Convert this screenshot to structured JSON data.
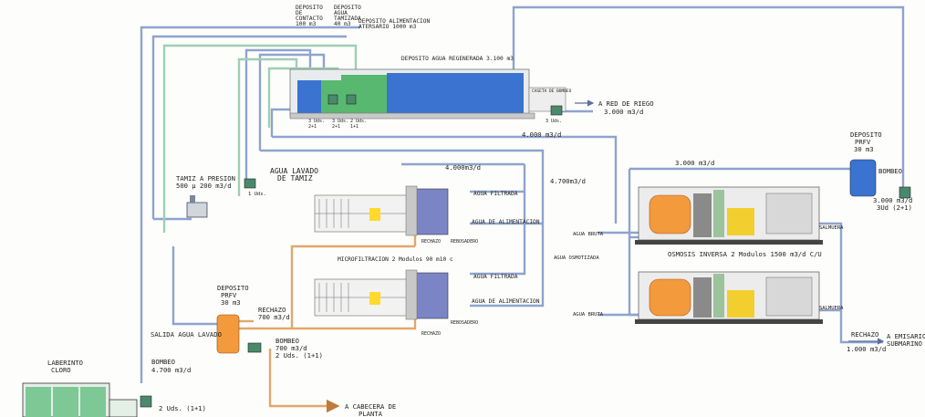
{
  "labels": {
    "dep_contacto": [
      "DEPOSITO",
      "DE",
      "CONTACTO",
      "100 m3"
    ],
    "dep_tamizada": [
      "DEPOSITO",
      "AGUA",
      "TAMIZADA",
      "40 m3"
    ],
    "dep_alimentacion": [
      "DEPOSITO ALIMENTACION",
      "ATERSARIO 1000 m3"
    ],
    "dep_regenerada": "DEPOSITO AGUA REGENERADA 3.100 m3",
    "caseta_bombeo": "CASETA DE BOMBEO",
    "red_riego": [
      "A RED DE RIEGO",
      "3.000 m3/d"
    ],
    "bombas_1": [
      "3 Uds.",
      "2+1"
    ],
    "bombas_2": [
      "3 Uds.",
      "2+1"
    ],
    "bombas_3": [
      "2 Uds.",
      "1+1"
    ],
    "bombas_4": "3 Uds.",
    "flow_4000": "4.000 m3/d",
    "flow_4000b": "4.000m3/d",
    "flow_4700": "4.700m3/d",
    "flow_3000": "3.000 m3/d",
    "tamiz": [
      "TAMIZ A PRESION",
      "500 µ  200 m3/d"
    ],
    "tamiz_unit": "1 Uds.",
    "agua_lavado_tamiz": [
      "AGUA LAVADO",
      "DE TAMIZ"
    ],
    "agua_filtrada_1": "AGUA FILTRADA",
    "agua_alimentacion_1": "AGUA DE ALIMENTACION",
    "rechazo_1": "RECHAZO",
    "reboladero_1": "REBOSADERO",
    "microfiltracion": "MICROFILTRACION  2 Modulos 90 m10 c",
    "agua_filtrada_2": "AGUA FILTRADA",
    "agua_alimentacion_2": "AGUA DE ALIMENTACION",
    "rechazo_2": "RECHAZO",
    "reboladero_2": "REBOSADERO",
    "deposito_prfv_left": [
      "DEPOSITO",
      "PRFV",
      "30 m3"
    ],
    "rechazo_700": [
      "RECHAZO",
      "700 m3/d"
    ],
    "salida_agua_lavado": "SALIDA AGUA LAVADO",
    "bombeo_700": [
      "BOMBEO",
      "700 m3/d",
      "2 Uds.  (1+1)"
    ],
    "cabecera_planta": [
      "A CABECERA DE",
      "PLANTA"
    ],
    "laberinto": [
      "LABERINTO",
      "CLORO"
    ],
    "bombeo_4700": [
      "BOMBEO",
      "4.700 m3/d"
    ],
    "uds_bottom": "2 Uds.  (1+1)",
    "agua_bruta_1": "AGUA BRUTA",
    "agua_osmotizada": "AGUA OSMOTIZADA",
    "agua_bruta_2": "AGUA BRUTA",
    "osmosis": "OSMOSIS INVERSA  2 Modulos 1500 m3/d C/U",
    "salmuera_1": "SALMUERA",
    "salmuera_2": "SALMUERA",
    "deposito_prfv_right": [
      "DEPOSITO",
      "PRFV",
      "30 m3"
    ],
    "bombeo_right": "BOMBEO",
    "bombeo_right_flow": [
      "3.000 m3/d",
      "3Ud (2+1)"
    ],
    "rechazo_1000": [
      "RECHAZO",
      "1.000 m3/d"
    ],
    "emisario": [
      "A EMISARIO",
      "SUBMARINO"
    ]
  },
  "colors": {
    "pipe_blue": "#8ea4cf",
    "pipe_green": "#9fcfb4",
    "pipe_orange": "#e2a76c",
    "tank_blue": "#3a73d0",
    "tank_green": "#58b870",
    "orange_vessel": "#f29a3c"
  }
}
